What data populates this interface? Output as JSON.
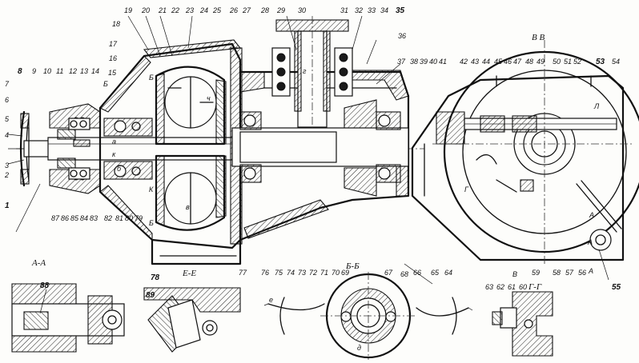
{
  "diagram": {
    "top_labels": [
      "19",
      "20",
      "21",
      "22",
      "23",
      "24",
      "25",
      "26",
      "27",
      "28",
      "29",
      "30",
      "31",
      "32",
      "33",
      "34",
      "35",
      "36"
    ],
    "left_labels": [
      "18",
      "17",
      "16",
      "15",
      "14",
      "13",
      "12",
      "11",
      "10",
      "9",
      "8",
      "7",
      "6",
      "5",
      "4",
      "3",
      "2",
      "1"
    ],
    "bottom_labels": [
      "87",
      "86",
      "85",
      "84",
      "83",
      "82",
      "81",
      "80",
      "79",
      "78",
      "77",
      "76",
      "75",
      "74",
      "73",
      "72",
      "71",
      "70",
      "69",
      "67",
      "66",
      "65"
    ],
    "right_top_labels": [
      "37",
      "38",
      "39",
      "40",
      "41",
      "42",
      "43",
      "44",
      "45",
      "46",
      "47",
      "48",
      "49",
      "50",
      "51",
      "52",
      "53",
      "54"
    ],
    "right_bottom_labels": [
      "64",
      "63",
      "62",
      "61",
      "60",
      "59",
      "58",
      "57",
      "56",
      "55"
    ],
    "detail_labels": [
      "88",
      "89",
      "68"
    ],
    "letters": [
      "а",
      "к",
      "б",
      "в",
      "ч",
      "г",
      "д",
      "е",
      "Б",
      "К",
      "Б",
      "Л",
      "А",
      "Г"
    ]
  },
  "sections": {
    "aa": "А-А",
    "bb": "Б-Б",
    "vv": "В В",
    "gg": "Г-Г",
    "ee": "Е-Е",
    "cut_b": "Б",
    "cut_a": "А",
    "cut_v": "В",
    "cut_a2": "А"
  },
  "colors": {
    "ink": "#111111",
    "paper": "#fdfdfb"
  }
}
